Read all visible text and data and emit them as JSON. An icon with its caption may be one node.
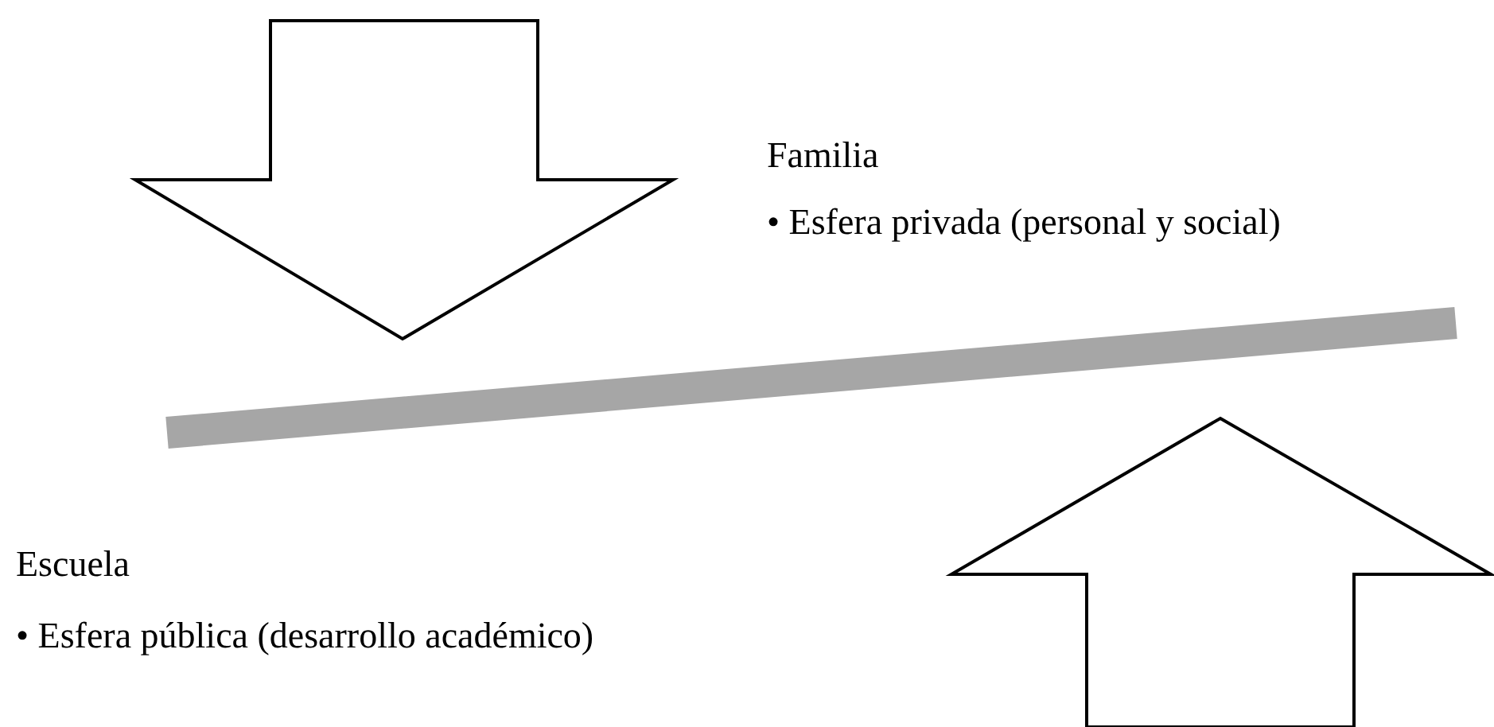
{
  "diagram": {
    "labels": [
      "Familia",
      "• Esfera privada (personal y social)",
      "Escuela",
      "• Esfera pública (desarrollo académico)"
    ]
  }
}
